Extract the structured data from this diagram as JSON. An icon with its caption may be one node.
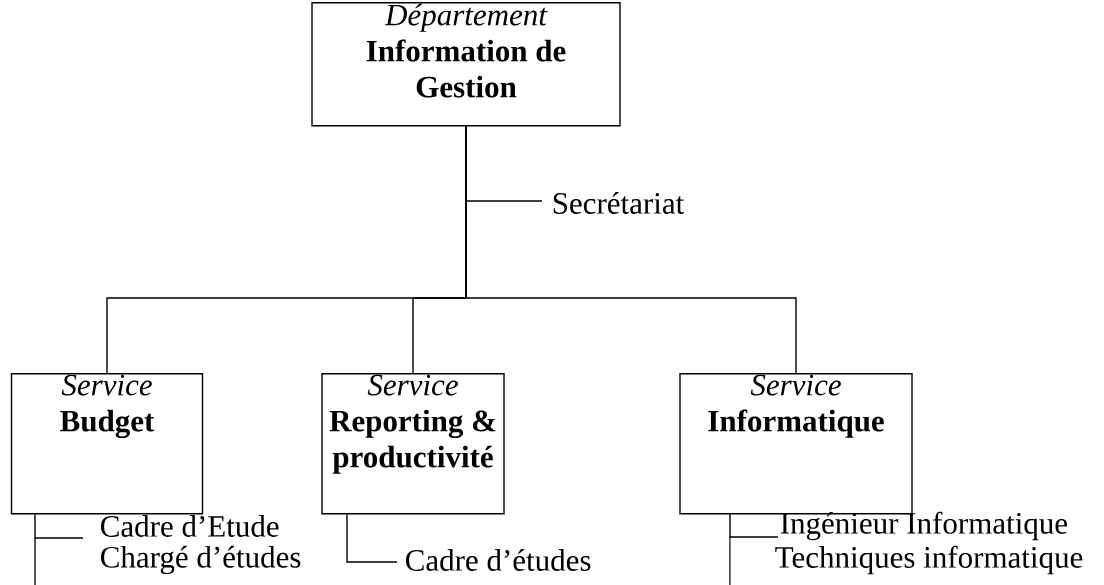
{
  "diagram": {
    "nodes": [
      {
        "text": [
          "Département",
          "Information de Gestion"
        ]
      },
      {
        "text": [
          "Secrétariat"
        ]
      },
      {
        "text": [
          "Service",
          "Budget"
        ]
      },
      {
        "text": [
          "Service",
          "Reporting & productivité"
        ]
      },
      {
        "text": [
          "Service",
          "Informatique"
        ]
      },
      {
        "text": [
          "Cadre d’Etude"
        ]
      },
      {
        "text": [
          "Cadre d’études"
        ]
      },
      {
        "text": [
          "Ingénieur Informatique"
        ]
      }
    ],
    "edges": [
      {
        "from": 0,
        "to": 1,
        "arrow": "none"
      },
      {
        "from": 0,
        "to": 2,
        "arrow": "none"
      },
      {
        "from": 0,
        "to": 3,
        "arrow": "none"
      },
      {
        "from": 0,
        "to": 4,
        "arrow": "none"
      },
      {
        "from": 2,
        "to": 5,
        "arrow": "none"
      },
      {
        "from": 3,
        "to": 6,
        "arrow": "none"
      },
      {
        "from": 4,
        "to": 7,
        "arrow": "none"
      }
    ],
    "labels": [
      "Chargé d’études",
      "Techniques informatique"
    ]
  }
}
